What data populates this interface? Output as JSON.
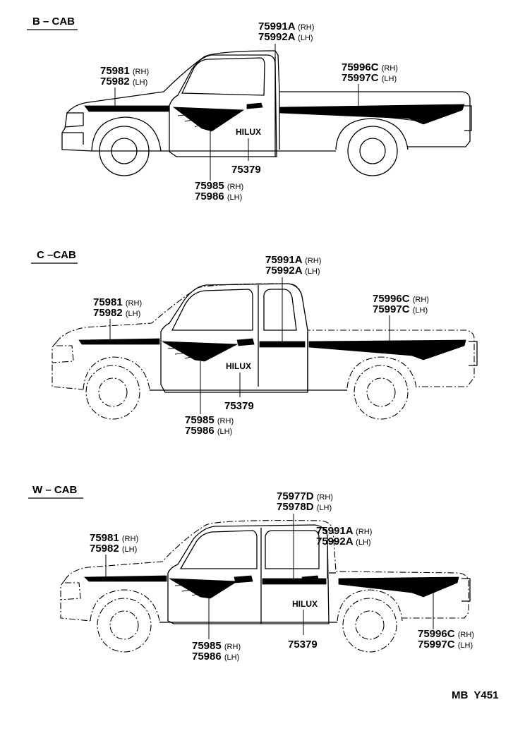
{
  "sections": [
    {
      "header": "B – CAB",
      "logo": "HILUX",
      "parts": {
        "top": {
          "num1": "75991A",
          "sfx1": "(RH)",
          "num2": "75992A",
          "sfx2": "(LH)"
        },
        "left": {
          "num1": "75981",
          "sfx1": "(RH)",
          "num2": "75982",
          "sfx2": "(LH)"
        },
        "right": {
          "num1": "75996C",
          "sfx1": "(RH)",
          "num2": "75997C",
          "sfx2": "(LH)"
        },
        "lower": {
          "num1": "75985",
          "sfx1": "(RH)",
          "num2": "75986",
          "sfx2": "(LH)"
        },
        "emblem": {
          "num1": "75379"
        }
      }
    },
    {
      "header": "C –CAB",
      "logo": "HILUX",
      "parts": {
        "top": {
          "num1": "75991A",
          "sfx1": "(RH)",
          "num2": "75992A",
          "sfx2": "(LH)"
        },
        "left": {
          "num1": "75981",
          "sfx1": "(RH)",
          "num2": "75982",
          "sfx2": "(LH)"
        },
        "right": {
          "num1": "75996C",
          "sfx1": "(RH)",
          "num2": "75997C",
          "sfx2": "(LH)"
        },
        "lower": {
          "num1": "75985",
          "sfx1": "(RH)",
          "num2": "75986",
          "sfx2": "(LH)"
        },
        "emblem": {
          "num1": "75379"
        }
      }
    },
    {
      "header": "W – CAB",
      "logo": "HILUX",
      "parts": {
        "roof": {
          "num1": "75977D",
          "sfx1": "(RH)",
          "num2": "75978D",
          "sfx2": "(LH)"
        },
        "top": {
          "num1": "75991A",
          "sfx1": "(RH)",
          "num2": "75992A",
          "sfx2": "(LH)"
        },
        "left": {
          "num1": "75981",
          "sfx1": "(RH)",
          "num2": "75982",
          "sfx2": "(LH)"
        },
        "right": {
          "num1": "75996C",
          "sfx1": "(RH)",
          "num2": "75997C",
          "sfx2": "(LH)"
        },
        "lower": {
          "num1": "75985",
          "sfx1": "(RH)",
          "num2": "75986",
          "sfx2": "(LH)"
        },
        "emblem": {
          "num1": "75379"
        }
      }
    }
  ],
  "footer_code": "MB  Y451"
}
